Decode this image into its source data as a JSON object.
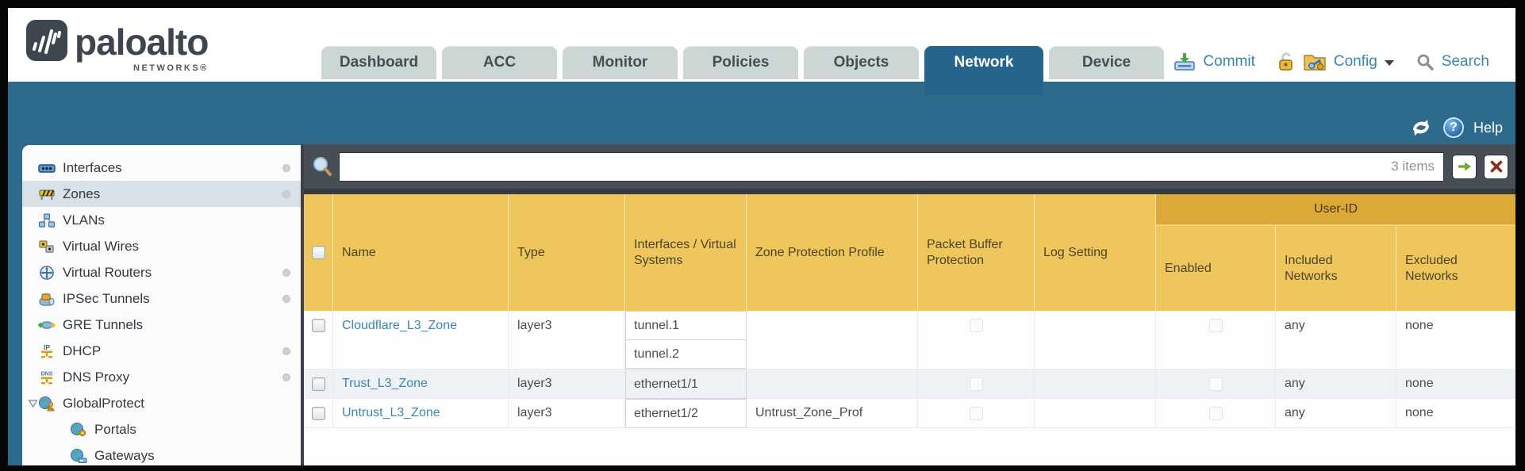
{
  "brand": {
    "logo_text": "paloalto",
    "logo_sub": "NETWORKS®"
  },
  "nav_tabs": [
    {
      "label": "Dashboard",
      "active": false
    },
    {
      "label": "ACC",
      "active": false
    },
    {
      "label": "Monitor",
      "active": false
    },
    {
      "label": "Policies",
      "active": false
    },
    {
      "label": "Objects",
      "active": false
    },
    {
      "label": "Network",
      "active": true
    },
    {
      "label": "Device",
      "active": false
    }
  ],
  "top_actions": {
    "commit": "Commit",
    "config": "Config",
    "search": "Search"
  },
  "band": {
    "help": "Help"
  },
  "icons": {
    "help_glyph": "?"
  },
  "filter": {
    "value": "",
    "count": "3 items"
  },
  "sidebar": [
    {
      "label": "Interfaces",
      "dot": true
    },
    {
      "label": "Zones",
      "dot": true,
      "selected": true
    },
    {
      "label": "VLANs"
    },
    {
      "label": "Virtual Wires"
    },
    {
      "label": "Virtual Routers",
      "dot": true
    },
    {
      "label": "IPSec Tunnels",
      "dot": true
    },
    {
      "label": "GRE Tunnels"
    },
    {
      "label": "DHCP",
      "dot": true
    },
    {
      "label": "DNS Proxy",
      "dot": true
    },
    {
      "label": "GlobalProtect",
      "expanded": true
    },
    {
      "label": "Portals",
      "child": true
    },
    {
      "label": "Gateways",
      "child": true
    }
  ],
  "table": {
    "group_header": "User-ID",
    "headers": {
      "name": "Name",
      "type": "Type",
      "interfaces": "Interfaces / Virtual Systems",
      "zpp": "Zone Protection Profile",
      "pbp": "Packet Buffer Protection",
      "log": "Log Setting",
      "enabled": "Enabled",
      "included": "Included Networks",
      "excluded": "Excluded Networks"
    },
    "rows": [
      {
        "name": "Cloudflare_L3_Zone",
        "type": "layer3",
        "interfaces": [
          "tunnel.1",
          "tunnel.2"
        ],
        "zone_protection_profile": "",
        "packet_buffer_protection": false,
        "log_setting": "",
        "user_id_enabled": false,
        "included_networks": "any",
        "excluded_networks": "none"
      },
      {
        "name": "Trust_L3_Zone",
        "type": "layer3",
        "interfaces": [
          "ethernet1/1"
        ],
        "zone_protection_profile": "",
        "packet_buffer_protection": false,
        "log_setting": "",
        "user_id_enabled": false,
        "included_networks": "any",
        "excluded_networks": "none"
      },
      {
        "name": "Untrust_L3_Zone",
        "type": "layer3",
        "interfaces": [
          "ethernet1/2"
        ],
        "zone_protection_profile": "Untrust_Zone_Prof",
        "packet_buffer_protection": false,
        "log_setting": "",
        "user_id_enabled": false,
        "included_networks": "any",
        "excluded_networks": "none"
      }
    ]
  },
  "colors": {
    "teal_band": "#2d6a8c",
    "active_tab": "#26648c",
    "tab_inactive": "#ccd6d4",
    "header_amber": "#efc65c",
    "group_amber": "#dca939",
    "filter_bar": "#474e55",
    "link_blue": "#3e87ad",
    "alt_row": "#eef2f6"
  }
}
